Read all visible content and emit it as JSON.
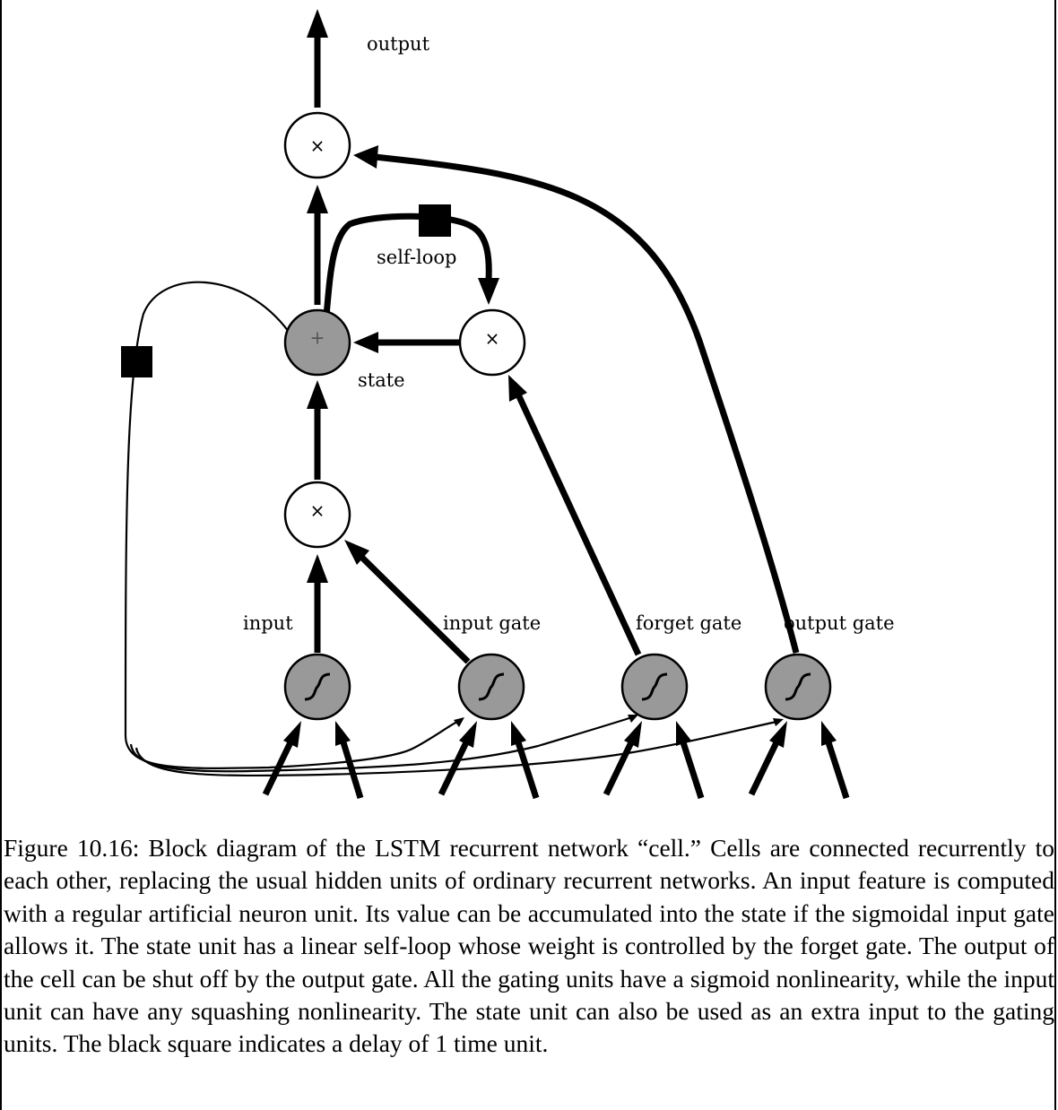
{
  "diagram": {
    "labels": {
      "output": "output",
      "self_loop": "self-loop",
      "state": "state",
      "input": "input",
      "input_gate": "input gate",
      "forget_gate": "forget gate",
      "output_gate": "output gate"
    },
    "symbols": {
      "multiply": "×",
      "add": "+"
    },
    "colors": {
      "gate_fill": "#999999",
      "product_fill": "#ffffff",
      "stroke": "#000000",
      "delay_square": "#000000"
    }
  },
  "caption": {
    "text": "Figure 10.16: Block diagram of the LSTM recurrent network “cell.” Cells are connected recurrently to each other, replacing the usual hidden units of ordinary recurrent networks. An input feature is computed with a regular artificial neuron unit. Its value can be accumulated into the state if the sigmoidal input gate allows it. The state unit has a linear self-loop whose weight is controlled by the forget gate. The output of the cell can be shut off by the output gate. All the gating units have a sigmoid nonlinearity, while the input unit can have any squashing nonlinearity. The state unit can also be used as an extra input to the gating units. The black square indicates a delay of 1 time unit."
  }
}
